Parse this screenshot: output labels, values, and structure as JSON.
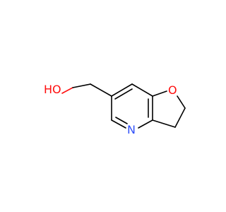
{
  "molecule": {
    "atoms": {
      "hydroxyl": {
        "label": "HO",
        "color": "#ff0d0d"
      },
      "ring_oxygen": {
        "label": "O",
        "color": "#ff0d0d"
      },
      "ring_nitrogen": {
        "label": "N",
        "color": "#3050f8"
      }
    },
    "bond_color": "#000000"
  }
}
